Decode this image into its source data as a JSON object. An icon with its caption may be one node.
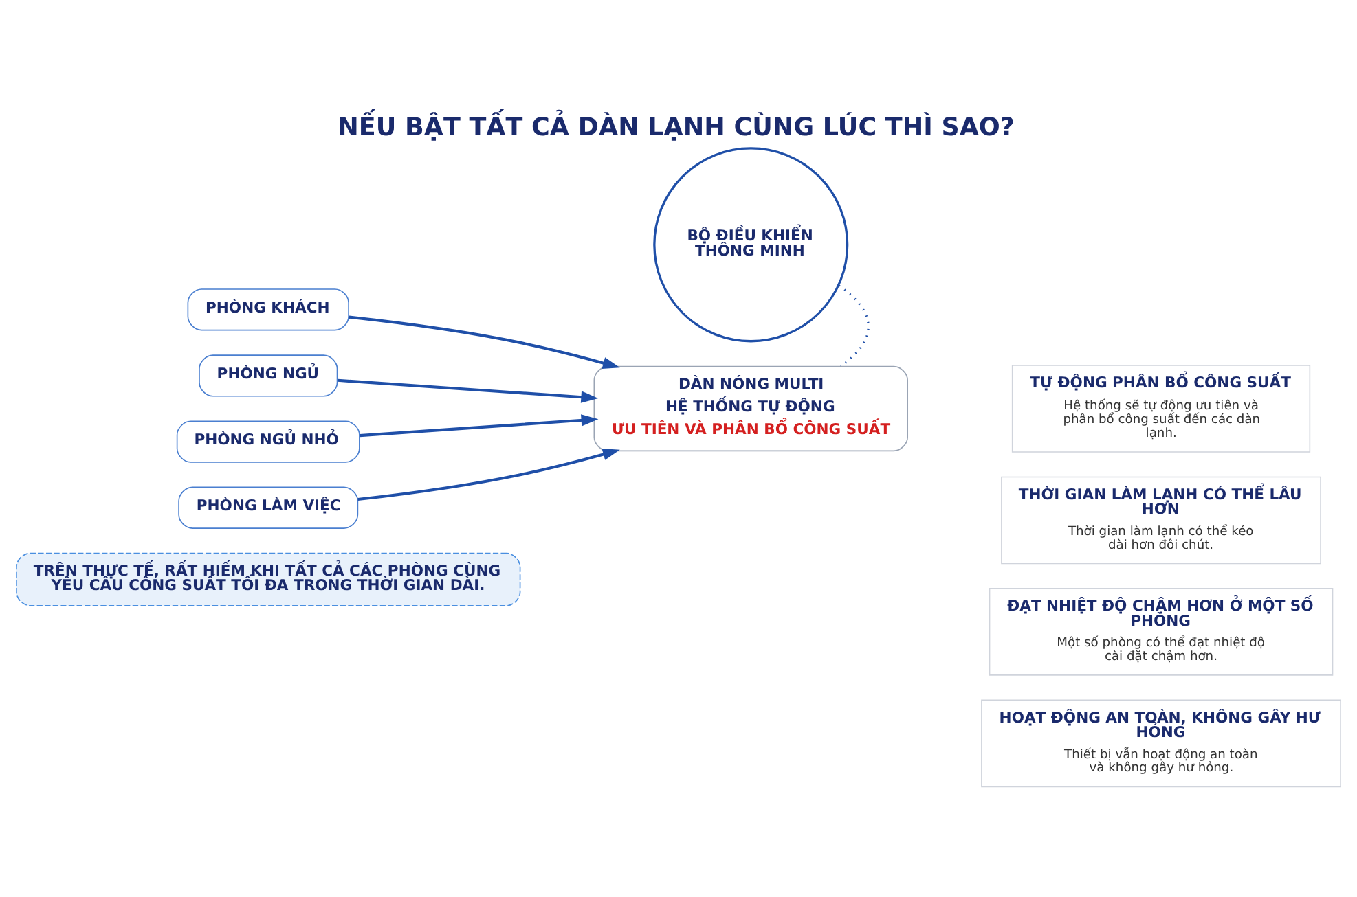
{
  "diagram": {
    "title": "NẾU BẬT TẤT CẢ DÀN LẠNH CÙNG LÚC THÌ SAO?",
    "nodes": [
      {
        "text": [
          "PHÒNG KHÁCH"
        ]
      },
      {
        "text": [
          "PHÒNG NGỦ"
        ]
      },
      {
        "text": [
          "PHÒNG NGỦ NHỎ"
        ]
      },
      {
        "text": [
          "PHÒNG LÀM VIỆC"
        ]
      },
      {
        "text": [
          "DÀN NÓNG MULTI",
          "HỆ THỐNG TỰ ĐỘNG",
          "ƯU TIÊN VÀ PHÂN BỔ CÔNG SUẤT"
        ]
      },
      {
        "text": [
          "BỘ ĐIỀU KHIỂN THÔNG MINH"
        ]
      },
      {
        "text": [
          "TỰ ĐỘNG PHÂN BỔ CÔNG SUẤT",
          "Hệ thống sẽ tự động ưu tiên và phân bổ công suất đến các dàn lạnh."
        ]
      },
      {
        "text": [
          "THỜI GIAN LÀM LẠNH CÓ THỂ LÂU HƠN",
          "Thời gian làm lạnh có thể kéo dài hơn đôi chút."
        ]
      },
      {
        "text": [
          "ĐẠT NHIỆT ĐỘ CHẬM HƠN Ở MỘT SỐ PHÒNG",
          "Một số phòng có thể đạt nhiệt độ cài đặt chậm hơn."
        ]
      },
      {
        "text": [
          "HOẠT ĐỘNG AN TOÀN, KHÔNG GÂY HƯ HỎNG",
          "Thiết bị vẫn hoạt động an toàn và không gây hư hỏng."
        ]
      },
      {
        "text": [
          "TRÊN THỰC TẾ, RẤT HIẾM KHI TẤT CẢ CÁC PHÒNG CÙNG YÊU CẦU CÔNG SUẤT TỐI ĐA TRONG THỜI GIAN DÀI."
        ]
      }
    ],
    "edges": [
      {
        "from": 0,
        "to": 4,
        "arrow": "to"
      },
      {
        "from": 1,
        "to": 4,
        "arrow": "to"
      },
      {
        "from": 2,
        "to": 4,
        "arrow": "to"
      },
      {
        "from": 3,
        "to": 4,
        "arrow": "to"
      },
      {
        "from": 5,
        "to": 4,
        "arrow": "none",
        "style": "dashed"
      }
    ]
  }
}
